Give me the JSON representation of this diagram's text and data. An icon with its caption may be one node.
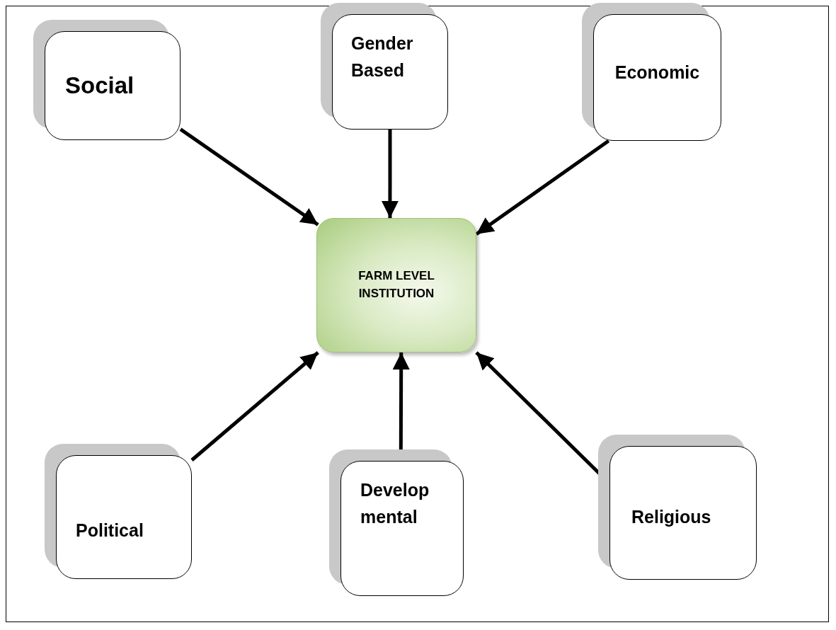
{
  "diagram": {
    "nodes": [
      {
        "text": [
          "Social"
        ]
      },
      {
        "text": [
          "Gender Based"
        ]
      },
      {
        "text": [
          "Economic"
        ]
      },
      {
        "text": [
          "FARM LEVEL INSTITUTION"
        ]
      },
      {
        "text": [
          "Political"
        ]
      },
      {
        "text": [
          "Develop mental"
        ]
      },
      {
        "text": [
          "Religious"
        ]
      }
    ],
    "edges": [
      {
        "from": 0,
        "to": 3,
        "arrow": "to"
      },
      {
        "from": 1,
        "to": 3,
        "arrow": "to"
      },
      {
        "from": 2,
        "to": 3,
        "arrow": "to"
      },
      {
        "from": 4,
        "to": 3,
        "arrow": "to"
      },
      {
        "from": 5,
        "to": 3,
        "arrow": "to"
      },
      {
        "from": 6,
        "to": 3,
        "arrow": "to"
      }
    ]
  }
}
